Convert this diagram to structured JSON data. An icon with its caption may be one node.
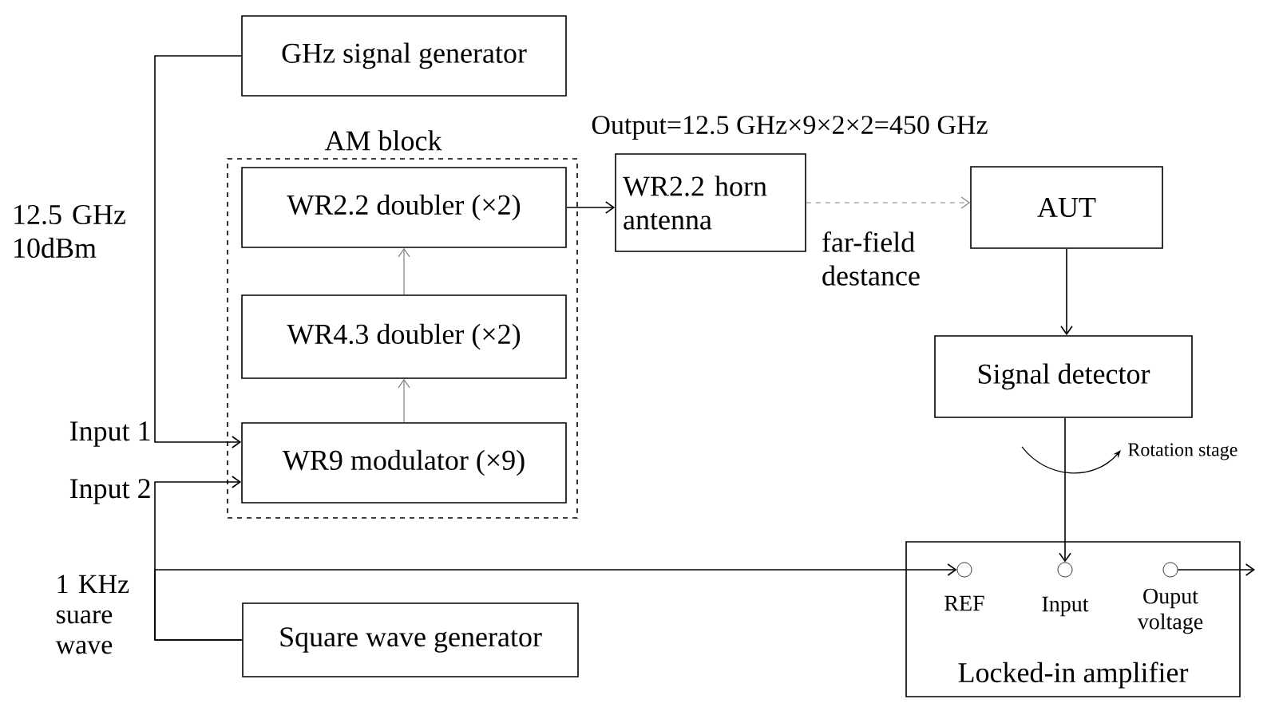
{
  "diagram": {
    "nodes": [
      {
        "text": [
          "GHz signal generator"
        ]
      },
      {
        "text": [
          "AM block"
        ]
      },
      {
        "text": [
          "WR2.2 doubler (×2)"
        ],
        "in": 1
      },
      {
        "text": [
          "WR4.3 doubler (×2)"
        ],
        "in": 1
      },
      {
        "text": [
          "WR9 modulator (×9)"
        ],
        "in": 1
      },
      {
        "text": [
          "WR2.2 horn antenna"
        ]
      },
      {
        "text": [
          "AUT"
        ]
      },
      {
        "text": [
          "Signal detector"
        ]
      },
      {
        "text": [
          "Locked-in amplifier"
        ]
      },
      {
        "text": [
          "REF"
        ],
        "in": 8
      },
      {
        "text": [
          "Input"
        ],
        "in": 8
      },
      {
        "text": [
          "Ouput voltage"
        ],
        "in": 8
      },
      {
        "text": [
          "Square wave generator"
        ]
      }
    ],
    "edges": [
      {
        "from": 0,
        "to": 4,
        "arrow": "to",
        "label": "12.5 GHz 10dBm"
      },
      {
        "from": 12,
        "to": 4,
        "arrow": "to"
      },
      {
        "from": 12,
        "to": 9,
        "arrow": "to"
      },
      {
        "from": 4,
        "to": 3,
        "arrow": "to",
        "color": "#808080"
      },
      {
        "from": 3,
        "to": 2,
        "arrow": "to",
        "color": "#808080"
      },
      {
        "from": 2,
        "to": 5,
        "arrow": "to"
      },
      {
        "from": 5,
        "to": 6,
        "arrow": "to",
        "style": "dashed",
        "color": "#808080",
        "label": "far-field destance"
      },
      {
        "from": 6,
        "to": 7,
        "arrow": "to"
      },
      {
        "from": 7,
        "to": 10,
        "arrow": "to"
      },
      {
        "from": 11,
        "to": null,
        "arrow": "to"
      }
    ],
    "labels": [
      "Output=12.5 GHz×9×2×2=450 GHz",
      "Input 1",
      "Input 2",
      "1 KHz suare wave",
      "Rotation stage"
    ]
  }
}
